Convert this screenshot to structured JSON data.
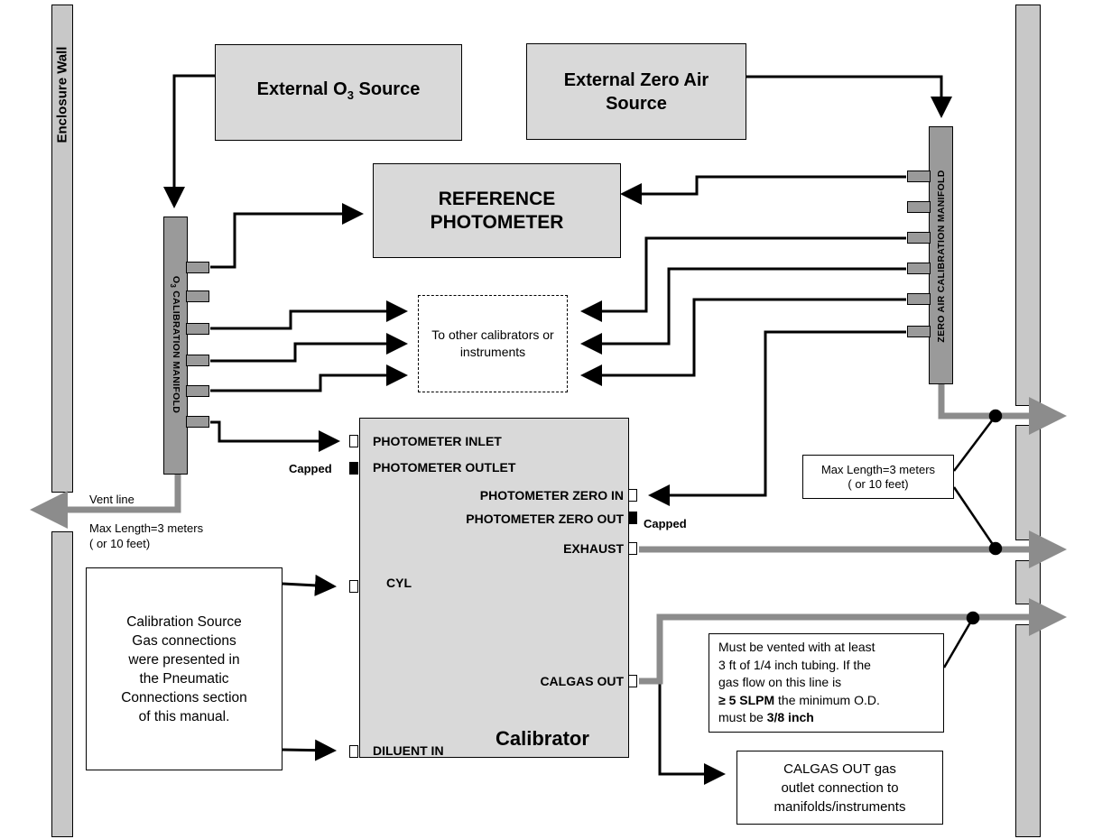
{
  "walls": {
    "left_label": "Enclosure Wall"
  },
  "sources": {
    "o3_prefix": "External O",
    "o3_sub": "3",
    "o3_suffix": " Source",
    "zero_air_line1": "External Zero Air",
    "zero_air_line2": "Source"
  },
  "photometer": {
    "line1": "REFERENCE",
    "line2": "PHOTOMETER"
  },
  "manifolds": {
    "o3_prefix": "O",
    "o3_sub": "3",
    "o3_suffix": " CALIBRATION MANIFOLD",
    "zero_air": "ZERO AIR CALIBRATION MANIFOLD"
  },
  "other_instruments": {
    "line1": "To other calibrators or",
    "line2": "instruments"
  },
  "calibrator": {
    "name": "Calibrator",
    "ports": {
      "photometer_inlet": "PHOTOMETER INLET",
      "photometer_outlet": "PHOTOMETER OUTLET",
      "photometer_zero_in": "PHOTOMETER ZERO IN",
      "photometer_zero_out": "PHOTOMETER ZERO OUT",
      "exhaust": "EXHAUST",
      "cyl": "CYL",
      "calgas_out": "CALGAS OUT",
      "diluent_in": "DILUENT IN"
    },
    "capped_left": "Capped",
    "capped_right": "Capped"
  },
  "vent": {
    "label": "Vent line",
    "max_line1": "Max Length=3 meters",
    "max_line2": "( or 10 feet)"
  },
  "right_note": {
    "line1": "Max Length=3 meters",
    "line2": "( or 10 feet)"
  },
  "source_note": {
    "lines": [
      "Calibration Source",
      "Gas connections",
      "were presented in",
      "the Pneumatic",
      "Connections section",
      "of this manual."
    ]
  },
  "vent_note": {
    "line1": "Must be vented with at least",
    "line2": "3 ft of 1/4 inch tubing. If the",
    "line3": "gas flow on this line is",
    "line4_prefix": "≥ ",
    "line4_bold": "5 SLPM",
    "line4_suffix": " the minimum O.D.",
    "line5_prefix": "must be ",
    "line5_bold": "3/8 inch"
  },
  "calgas_note": {
    "line1": "CALGAS OUT gas",
    "line2": "outlet connection to",
    "line3": "manifolds/instruments"
  },
  "colors": {
    "box_fill": "#d9d9d9",
    "manifold_fill": "#9a9a9a",
    "wall_fill": "#c8c8c8",
    "vent_line": "#8c8c8c"
  }
}
